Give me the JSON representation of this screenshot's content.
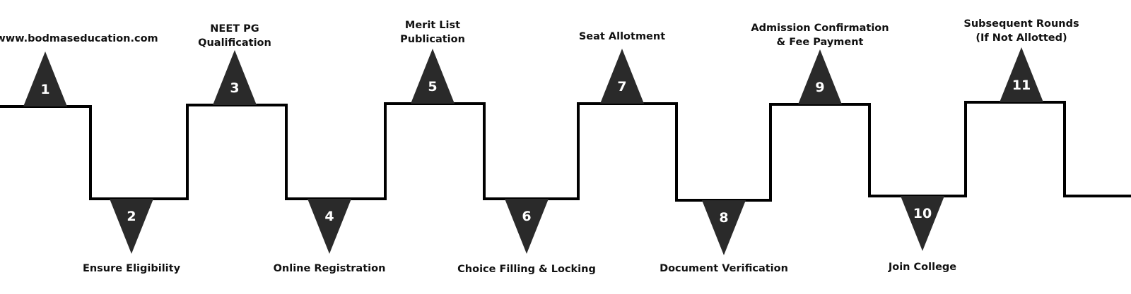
{
  "website": "www.bodmaseducation.com",
  "colors": {
    "line": "#000000",
    "marker": "#2a2a2a",
    "number": "#ffffff",
    "text": "#111111"
  },
  "steps": [
    {
      "number": "1",
      "label": []
    },
    {
      "number": "2",
      "label": [
        "Ensure Eligibility"
      ]
    },
    {
      "number": "3",
      "label": [
        "NEET PG",
        "Qualification"
      ]
    },
    {
      "number": "4",
      "label": [
        "Online Registration"
      ]
    },
    {
      "number": "5",
      "label": [
        "Merit List",
        "Publication"
      ]
    },
    {
      "number": "6",
      "label": [
        "Choice Filling & Locking"
      ]
    },
    {
      "number": "7",
      "label": [
        "Seat Allotment"
      ]
    },
    {
      "number": "8",
      "label": [
        "Document Verification"
      ]
    },
    {
      "number": "9",
      "label": [
        "Admission Confirmation",
        "& Fee Payment"
      ]
    },
    {
      "number": "10",
      "label": [
        "Join College"
      ]
    },
    {
      "number": "11",
      "label": [
        "Subsequent Rounds",
        "(If Not Allotted)"
      ]
    }
  ]
}
